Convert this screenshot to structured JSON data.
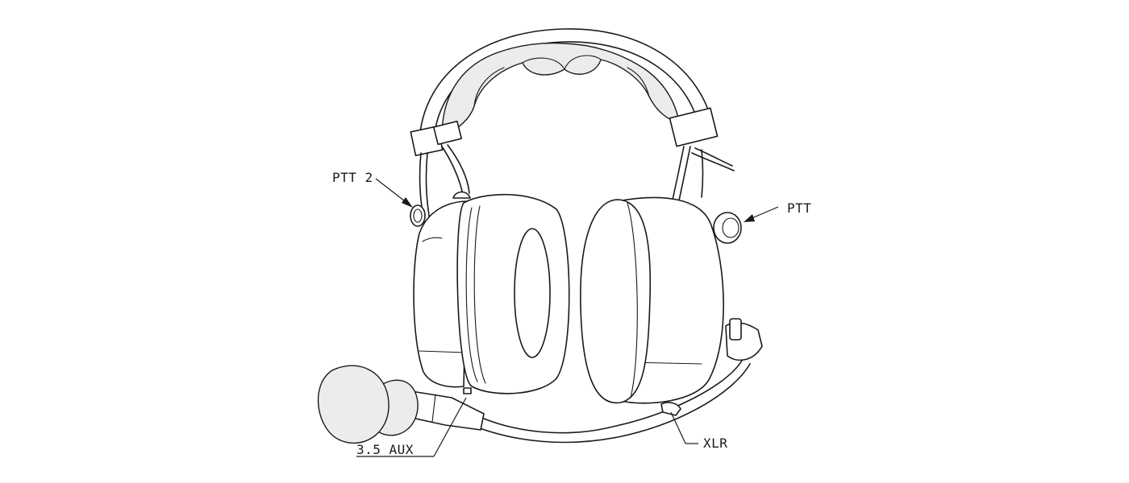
{
  "labels": {
    "ptt2": "PTT 2",
    "ptt": "PTT",
    "aux": "3.5 AUX",
    "xlr": "XLR"
  },
  "colors": {
    "line": "#1a1a1a",
    "background": "#ffffff",
    "shade": "#ececec"
  }
}
